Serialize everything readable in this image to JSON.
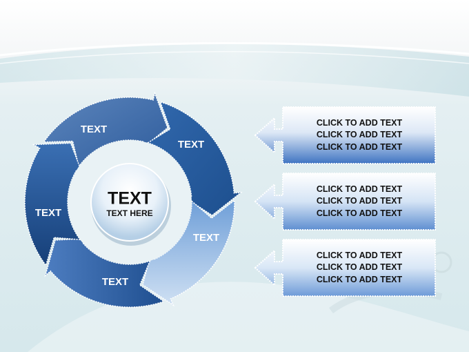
{
  "cycle": {
    "center_title": "TEXT",
    "center_subtitle": "TEXT HERE",
    "segments": [
      {
        "label": "TEXT"
      },
      {
        "label": "TEXT"
      },
      {
        "label": "TEXT"
      },
      {
        "label": "TEXT"
      },
      {
        "label": "TEXT"
      }
    ]
  },
  "callouts": [
    {
      "lines": [
        "CLICK TO ADD TEXT",
        "CLICK TO ADD TEXT",
        "CLICK TO ADD TEXT"
      ]
    },
    {
      "lines": [
        "CLICK TO ADD TEXT",
        "CLICK TO ADD TEXT",
        "CLICK TO ADD TEXT"
      ]
    },
    {
      "lines": [
        "CLICK TO ADD TEXT",
        "CLICK TO ADD TEXT",
        "CLICK TO ADD TEXT"
      ]
    }
  ]
}
